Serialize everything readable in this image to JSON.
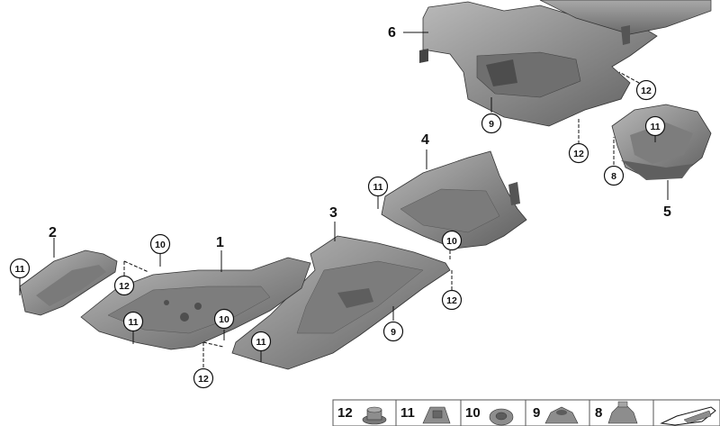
{
  "part_numbers": [
    "1",
    "2",
    "3",
    "4",
    "5",
    "6"
  ],
  "callouts": {
    "c9_top": "9",
    "c12_top": "12",
    "c11_right": "11",
    "c12_mid": "12",
    "c8": "8",
    "c11_4": "11",
    "c10_4": "10",
    "c12_4": "12",
    "c9_3": "9",
    "c11_2": "11",
    "c12_2": "12",
    "c10_1top": "10",
    "c11_1": "11",
    "c10_1mid": "10",
    "c12_1bot": "12",
    "c11_3": "11"
  },
  "legend": {
    "items": [
      {
        "label": "12",
        "icon": "nut-icon"
      },
      {
        "label": "11",
        "icon": "clip-nut-icon"
      },
      {
        "label": "10",
        "icon": "round-nut-icon"
      },
      {
        "label": "9",
        "icon": "expanding-nut-icon"
      },
      {
        "label": "8",
        "icon": "spacer-nut-icon"
      }
    ]
  },
  "colors": {
    "panel_fill": "#8a8a8a",
    "panel_dark": "#5e5e5e",
    "panel_light": "#b4b4b4",
    "line": "#1a1a1a"
  }
}
